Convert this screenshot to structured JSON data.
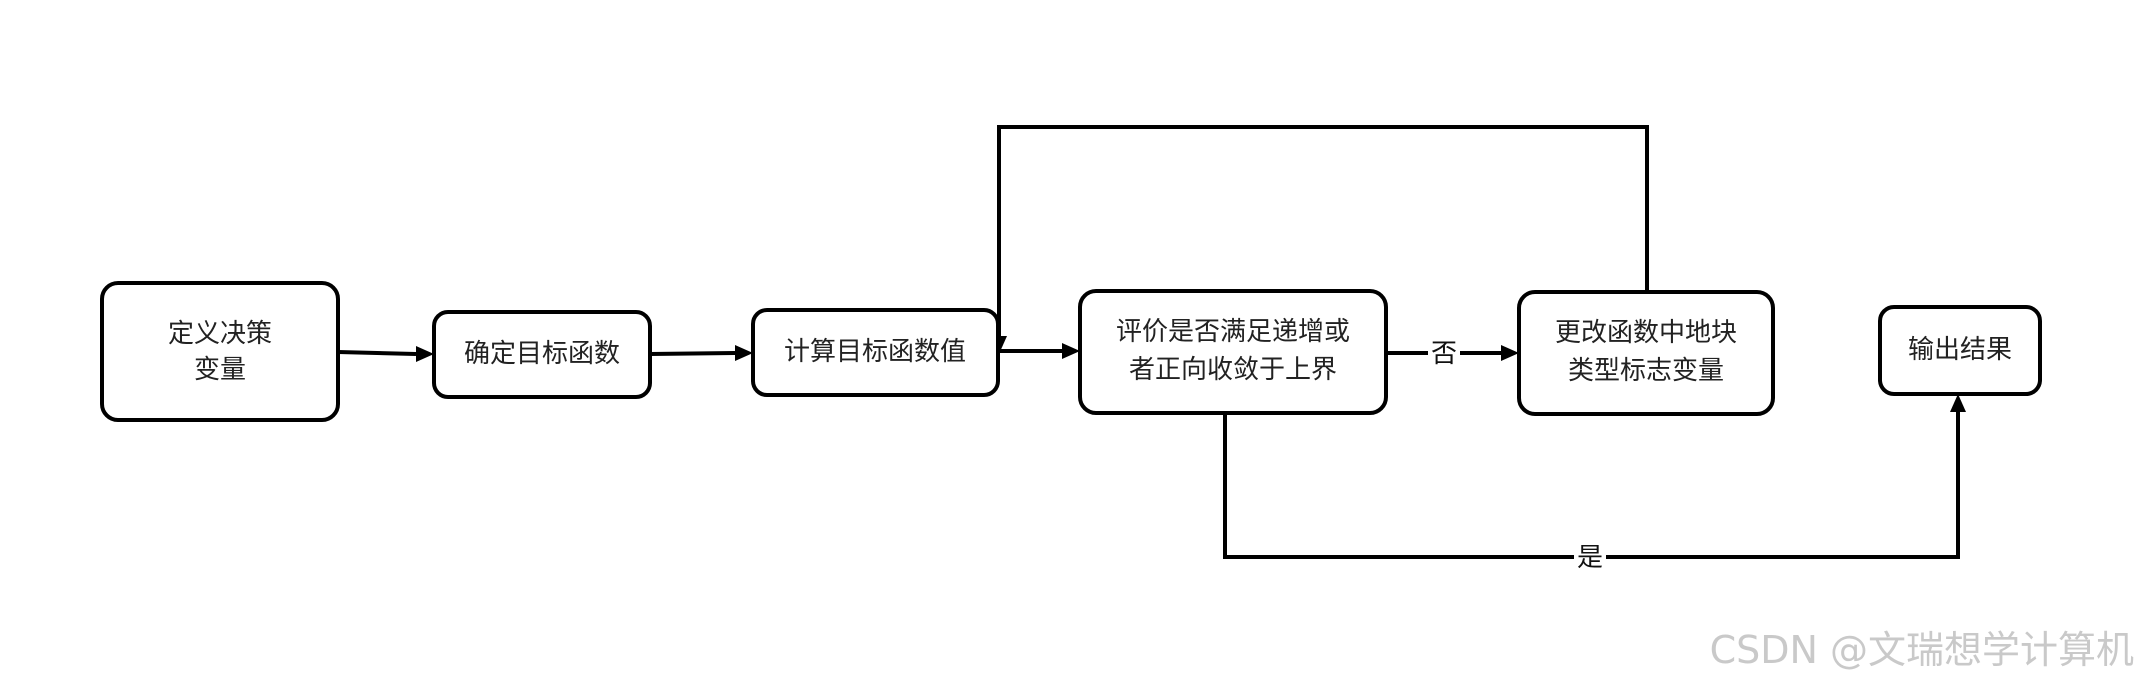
{
  "nodes": {
    "define_vars": {
      "lines": [
        "定义决策",
        "变量"
      ]
    },
    "define_obj": {
      "lines": [
        "确定目标函数"
      ]
    },
    "calc_obj": {
      "lines": [
        "计算目标函数值"
      ]
    },
    "evaluate": {
      "lines": [
        "评价是否满足递增或",
        "者正向收敛于上界"
      ]
    },
    "change_flag": {
      "lines": [
        "更改函数中地块",
        "类型标志变量"
      ]
    },
    "output": {
      "lines": [
        "输出结果"
      ]
    }
  },
  "edges": {
    "no_label": "否",
    "yes_label": "是"
  },
  "watermark": "CSDN @文瑞想学计算机"
}
